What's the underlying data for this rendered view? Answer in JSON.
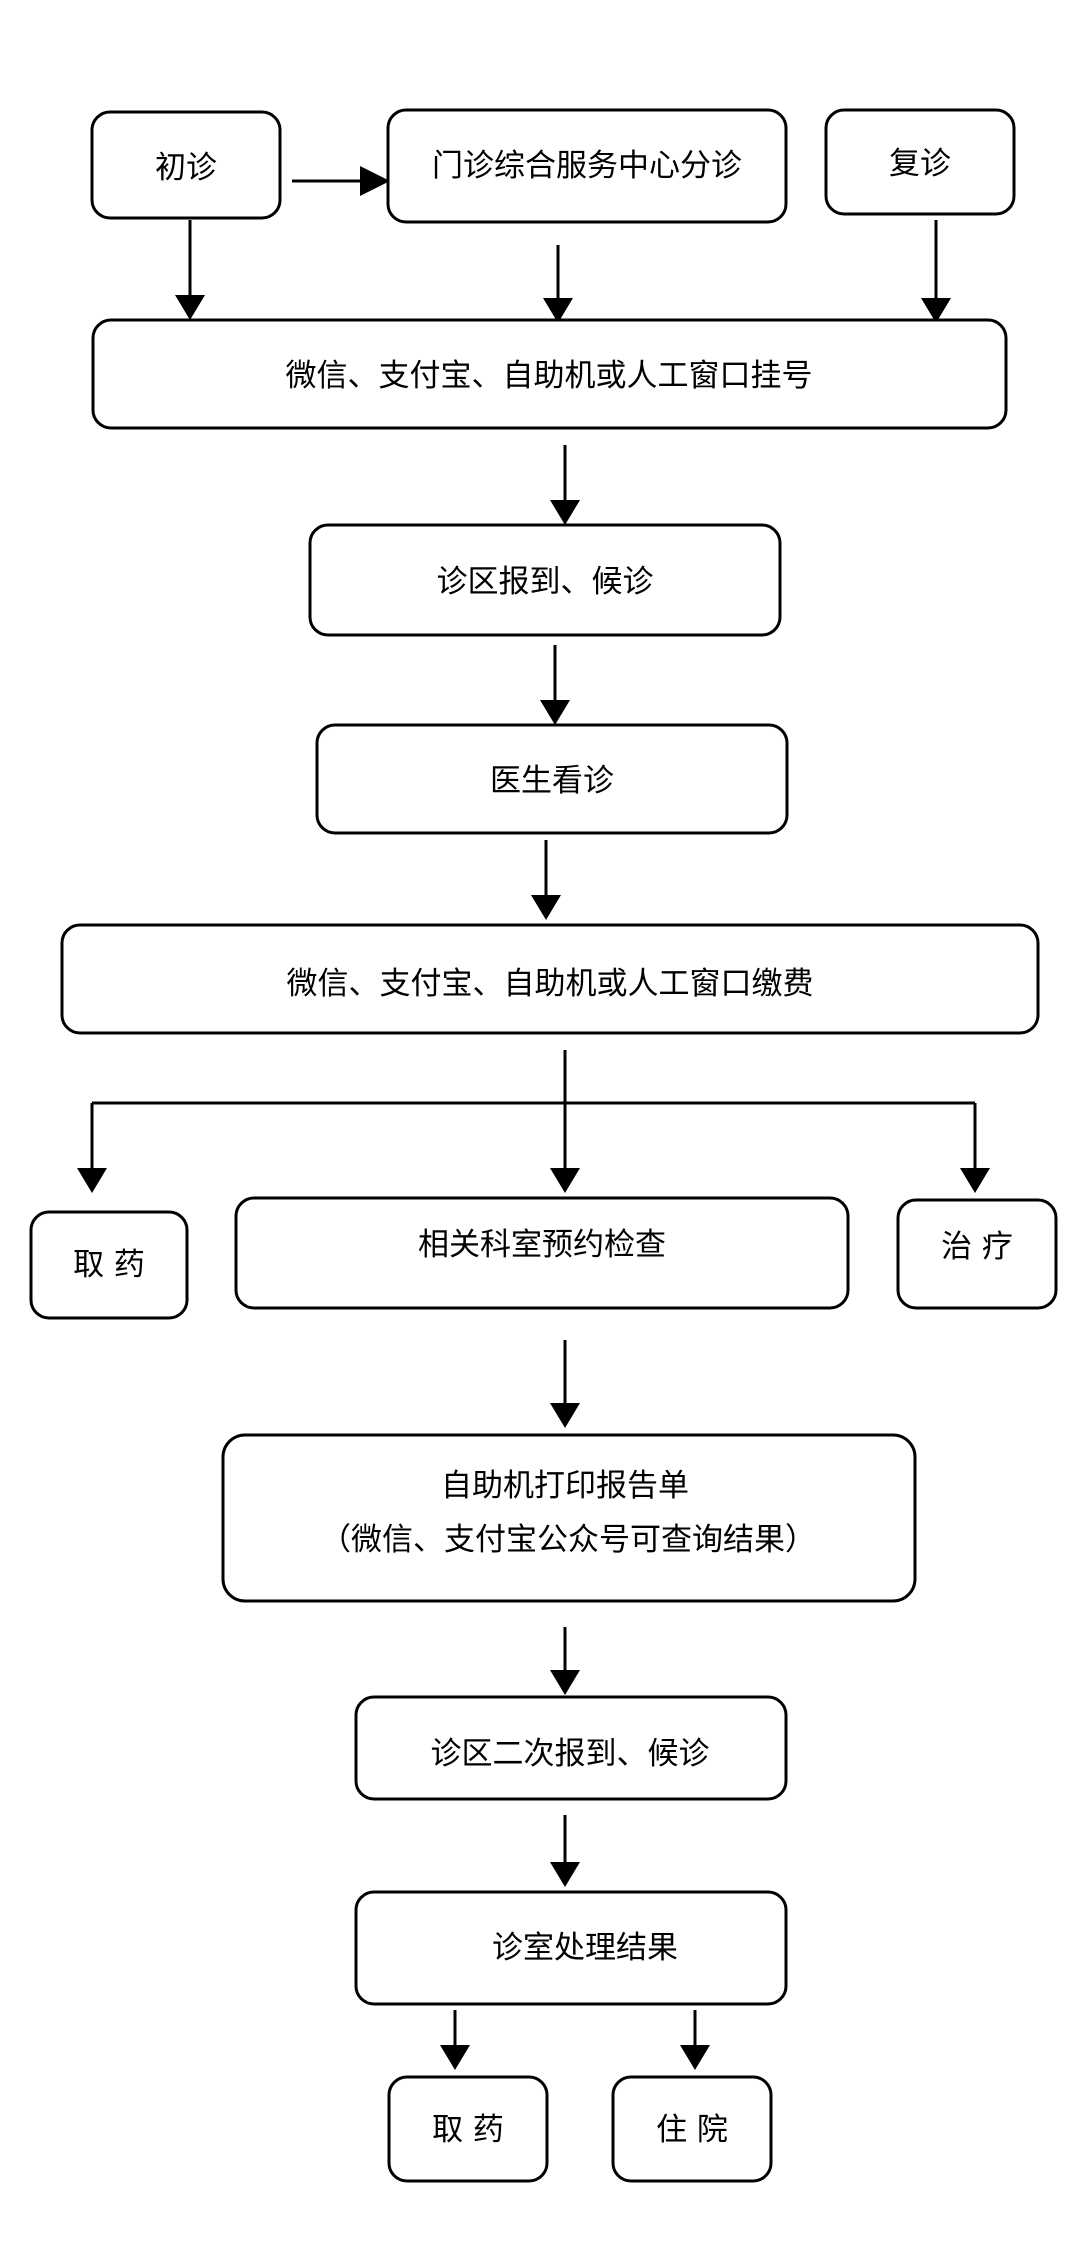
{
  "nodes": {
    "first_visit": "初诊",
    "service_center_triage": "门诊综合服务中心分诊",
    "return_visit": "复诊",
    "registration": "微信、支付宝、自助机或人工窗口挂号",
    "check_in_wait": "诊区报到、候诊",
    "doctor_consult": "医生看诊",
    "payment": "微信、支付宝、自助机或人工窗口缴费",
    "pick_up_medicine_1": "取 药",
    "department_exam_booking": "相关科室预约检查",
    "treatment": "治 疗",
    "print_report_line1": "自助机打印报告单",
    "print_report_line2": "（微信、支付宝公众号可查询结果）",
    "second_check_in_wait": "诊区二次报到、候诊",
    "clinic_result_handling": "诊室处理结果",
    "pick_up_medicine_2": "取 药",
    "hospitalization": "住 院"
  }
}
